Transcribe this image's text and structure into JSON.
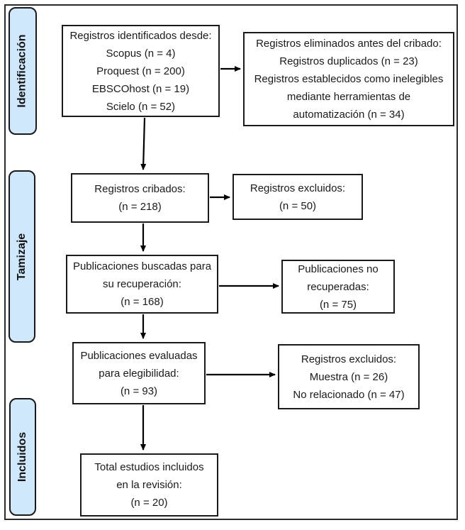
{
  "stage_labels": {
    "identification": "Identificación",
    "screening": "Tamizaje",
    "included": "Incluidos"
  },
  "boxes": {
    "identified": {
      "lines": [
        "Registros identificados desde:",
        "Scopus (n = 4)",
        "Proquest (n = 200)",
        "EBSCOhost (n = 19)",
        "Scielo (n = 52)"
      ]
    },
    "removed_before_screening": {
      "lines": [
        "Registros eliminados antes del cribado:",
        "Registros duplicados (n = 23)",
        "Registros establecidos como inelegibles",
        "mediante herramientas de",
        "automatización (n = 34)"
      ]
    },
    "screened": {
      "lines": [
        "Registros cribados:",
        "(n = 218)"
      ]
    },
    "excluded": {
      "lines": [
        "Registros excluidos:",
        "(n = 50)"
      ]
    },
    "sought": {
      "lines": [
        "Publicaciones buscadas para",
        "su recuperación:",
        "(n = 168)"
      ]
    },
    "not_retrieved": {
      "lines": [
        "Publicaciones no",
        "recuperadas:",
        "(n = 75)"
      ]
    },
    "assessed": {
      "lines": [
        "Publicaciones evaluadas",
        "para elegibilidad:",
        "(n = 93)"
      ]
    },
    "excluded_reasons": {
      "lines": [
        "Registros excluidos:",
        "Muestra (n = 26)",
        "No relacionado (n = 47)"
      ]
    },
    "included_total": {
      "lines": [
        "Total estudios incluidos",
        "en la revisión:",
        "(n = 20)"
      ]
    }
  },
  "colors": {
    "stage_fill": "#cfe8fb",
    "box_border": "#1a1a1a",
    "arrow": "#000000",
    "background": "#ffffff",
    "frame": "#2b2b2b"
  }
}
